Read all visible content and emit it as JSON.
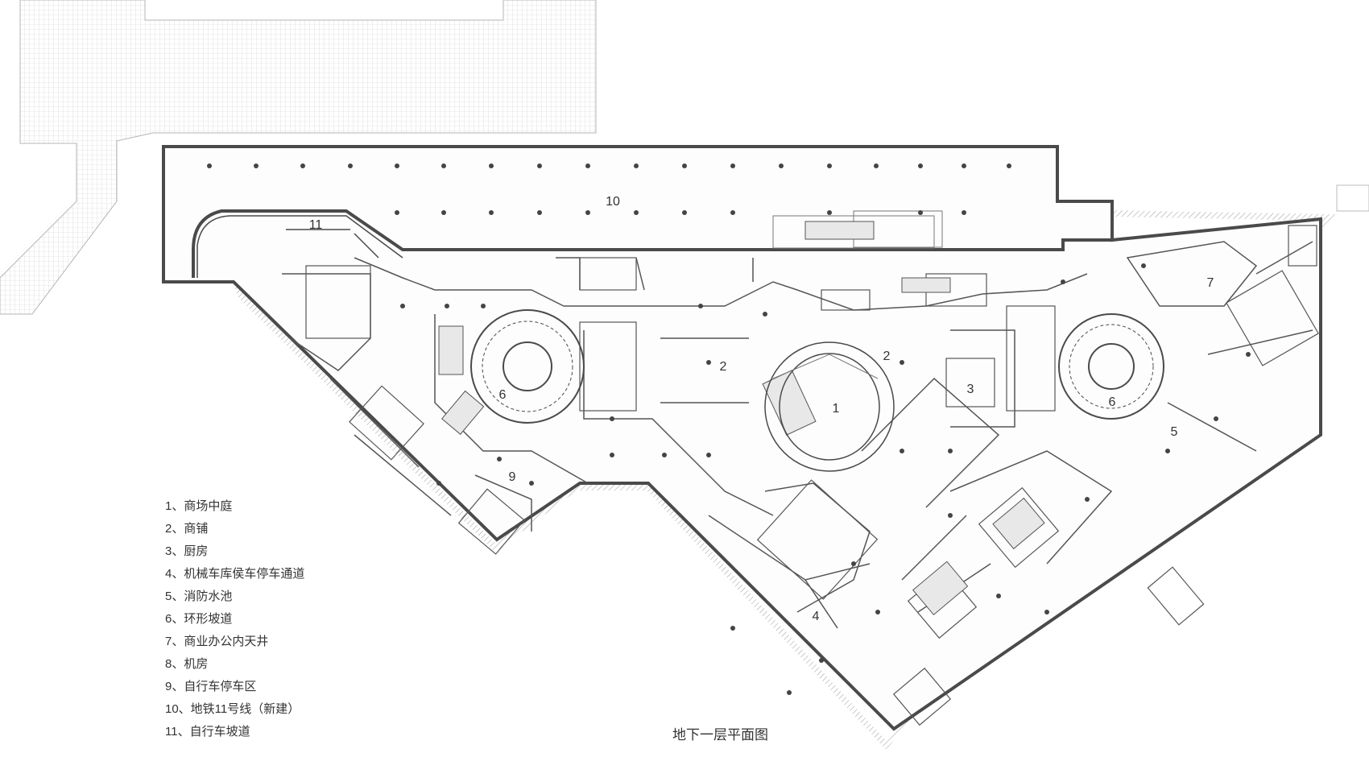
{
  "caption": "地下一层平面图",
  "legend": [
    "1、商场中庭",
    "2、商铺",
    "3、厨房",
    "4、机械车库侯车停车通道",
    "5、消防水池",
    "6、环形坡道",
    "7、商业办公内天井",
    "8、机房",
    "9、自行车停车区",
    "10、地铁11号线（新建）",
    "11、自行车坡道"
  ],
  "zones": {
    "z1": "1",
    "z2a": "2",
    "z2b": "2",
    "z3": "3",
    "z4": "4",
    "z5": "5",
    "z6a": "6",
    "z6b": "6",
    "z7": "7",
    "z9": "9",
    "z10": "10",
    "z11": "11"
  },
  "colors": {
    "wall": "#4a4a4a",
    "line": "#555555",
    "grid": "#c8c8c8"
  }
}
